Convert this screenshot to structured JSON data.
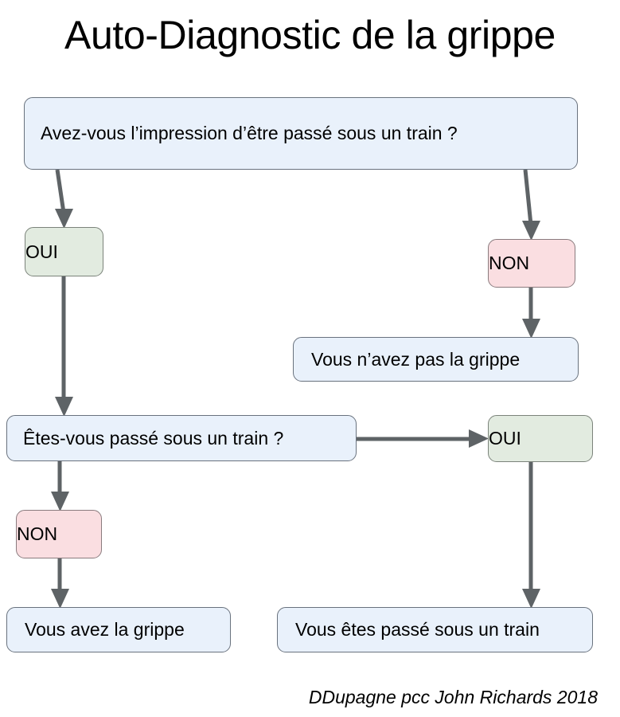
{
  "title": "Auto-Diagnostic de la grippe",
  "credit": "DDupagne pcc John Richards 2018",
  "colors": {
    "question_fill": "#e9f1fb",
    "result_fill": "#e9f1fb",
    "yes_fill": "#e2ebe0",
    "no_fill": "#fadee1",
    "border": "#69727e",
    "connector": "#5e6366",
    "text": "#000000",
    "background": "#ffffff"
  },
  "nodes": {
    "q1": {
      "label": "Avez-vous l’impression d’être passé sous un train ?",
      "kind": "question"
    },
    "yes1": {
      "label": "OUI",
      "kind": "yes"
    },
    "no1": {
      "label": "NON",
      "kind": "no"
    },
    "no_flu": {
      "label": "Vous n’avez pas la grippe",
      "kind": "result"
    },
    "q2": {
      "label": "Êtes-vous passé sous un train ?",
      "kind": "question"
    },
    "yes2": {
      "label": "OUI",
      "kind": "yes"
    },
    "no2": {
      "label": "NON",
      "kind": "no"
    },
    "has_flu": {
      "label": "Vous avez la grippe",
      "kind": "result"
    },
    "train": {
      "label": "Vous êtes passé sous un train",
      "kind": "result"
    }
  },
  "edges": [
    {
      "from": "q1",
      "to": "yes1",
      "direction": "down"
    },
    {
      "from": "q1",
      "to": "no1",
      "direction": "down"
    },
    {
      "from": "no1",
      "to": "no_flu",
      "direction": "down"
    },
    {
      "from": "yes1",
      "to": "q2",
      "direction": "down"
    },
    {
      "from": "q2",
      "to": "yes2",
      "direction": "right"
    },
    {
      "from": "q2",
      "to": "no2",
      "direction": "down"
    },
    {
      "from": "no2",
      "to": "has_flu",
      "direction": "down"
    },
    {
      "from": "yes2",
      "to": "train",
      "direction": "down"
    }
  ]
}
